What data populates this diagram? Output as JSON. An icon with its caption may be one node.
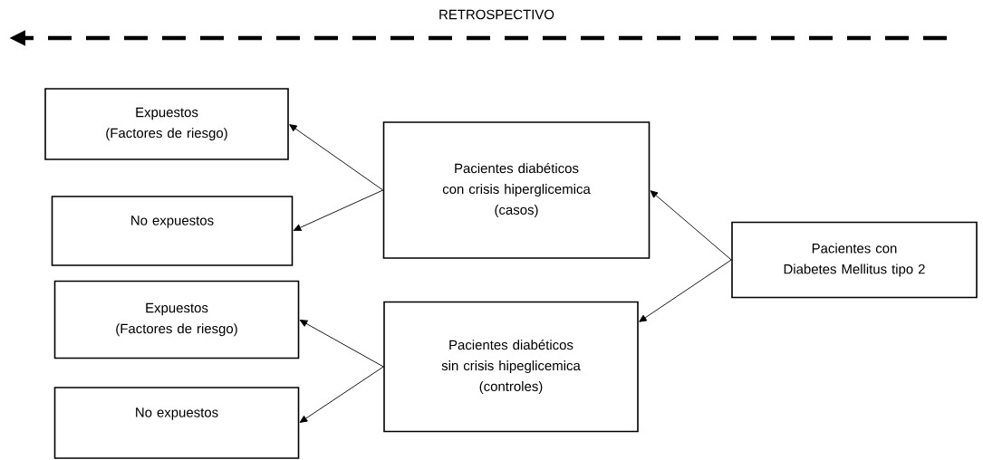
{
  "diagram": {
    "nodes": [
      {
        "text": [
          "Expuestos",
          "(Factores de riesgo)"
        ]
      },
      {
        "text": [
          "No expuestos"
        ]
      },
      {
        "text": [
          "Pacientes diabéticos con crisis hiperglicemica",
          "(casos)"
        ]
      },
      {
        "text": [
          "Pacientes con Diabetes Mellitus tipo 2"
        ]
      },
      {
        "text": [
          "Expuestos",
          "(Factores de riesgo)"
        ]
      },
      {
        "text": [
          "No expuestos"
        ]
      },
      {
        "text": [
          "Pacientes diabéticos sin crisis hipeglicemica",
          "(controles)"
        ]
      }
    ],
    "edges": [
      {
        "from": 2,
        "to": 0,
        "arrow": "to"
      },
      {
        "from": 2,
        "to": 1,
        "arrow": "to"
      },
      {
        "from": 3,
        "to": 2,
        "arrow": "to"
      },
      {
        "from": 3,
        "to": 6,
        "arrow": "to"
      },
      {
        "from": 6,
        "to": 4,
        "arrow": "to"
      },
      {
        "from": 6,
        "to": 5,
        "arrow": "to"
      }
    ],
    "labels": [
      "RETROSPECTIVO"
    ]
  }
}
